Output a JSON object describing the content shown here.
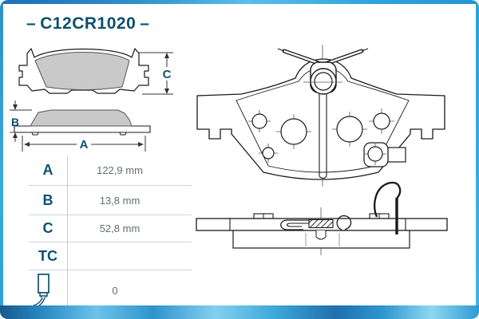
{
  "header": {
    "prefix_dash": "–",
    "part_number": "C12CR1020",
    "suffix_dash": "–"
  },
  "table": {
    "rows": [
      {
        "label": "A",
        "value": "122,9 mm"
      },
      {
        "label": "B",
        "value": "13,8 mm"
      },
      {
        "label": "C",
        "value": "52,8 mm"
      },
      {
        "label": "TC",
        "value": ""
      },
      {
        "label": "",
        "value": "0"
      }
    ],
    "sensor_icon": "wear-sensor-icon"
  },
  "diagram_labels": {
    "A": "A",
    "B": "B",
    "C": "C"
  },
  "colors": {
    "accent_teal": "#0f5170",
    "value_gray": "#5f7078",
    "border_blue": "#2fa3da",
    "table_line": "#c5d8e0",
    "friction_fill": "#c9c9c9",
    "line_black": "#1a1a1a"
  }
}
